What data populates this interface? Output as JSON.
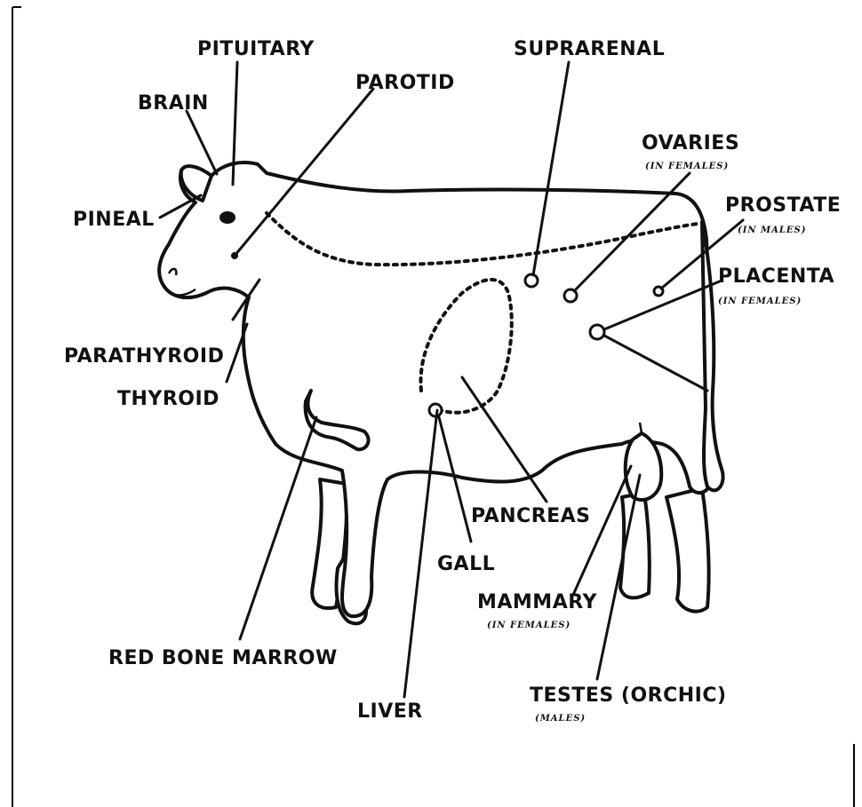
{
  "labels": {
    "pituitary": "PITUITARY",
    "parotid": "PAROTID",
    "suprarenal": "SUPRARENAL",
    "brain": "BRAIN",
    "ovaries": "OVARIES",
    "ovaries_note": "(IN FEMALES)",
    "prostate": "PROSTATE",
    "prostate_note": "(IN MALES)",
    "pineal": "PINEAL",
    "placenta": "PLACENTA",
    "placenta_note": "(IN FEMALES)",
    "parathyroid": "PARATHYROID",
    "thyroid": "THYROID",
    "pancreas": "PANCREAS",
    "gall": "GALL",
    "mammary": "MAMMARY",
    "mammary_note": "(IN FEMALES)",
    "red_bone_marrow": "RED BONE MARROW",
    "testes": "TESTES (ORCHIC)",
    "testes_note": "(MALES)",
    "liver": "LIVER"
  }
}
